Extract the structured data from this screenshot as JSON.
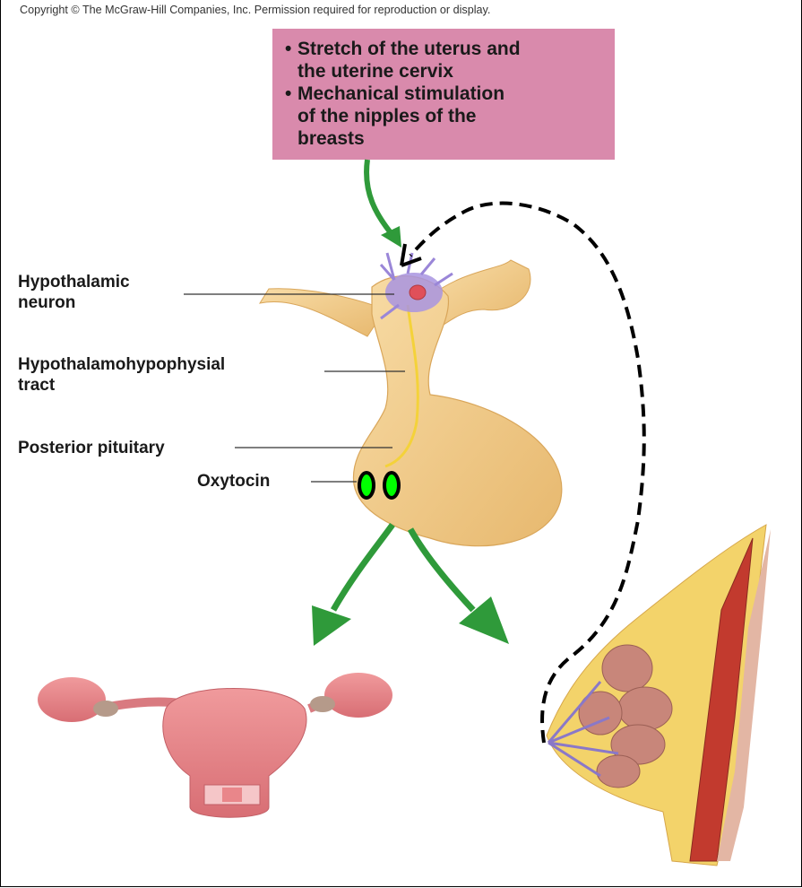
{
  "copyright": "Copyright © The McGraw-Hill Companies, Inc. Permission required for reproduction or display.",
  "stimuli": [
    "Stretch of the uterus and\nthe uterine cervix",
    "Mechanical stimulation\nof the nipples of the\nbreasts"
  ],
  "stimulus_bullet": "•",
  "labels": {
    "hypothalamic_neuron": "Hypothalamic\nneuron",
    "tract": "Hypothalamohypophysial\ntract",
    "posterior_pituitary": "Posterior pituitary",
    "oxytocin": "Oxytocin"
  },
  "colors": {
    "stimulus_box": "#d98aac",
    "arrow_green": "#2f9a3a",
    "pituitary": "#f4cf8e",
    "neuron": "#9a86d8",
    "oxytocin_granule": "#00ff00",
    "uterus": "#e9868a",
    "breast_fat": "#f3d36a",
    "feedback_line": "#000000"
  }
}
